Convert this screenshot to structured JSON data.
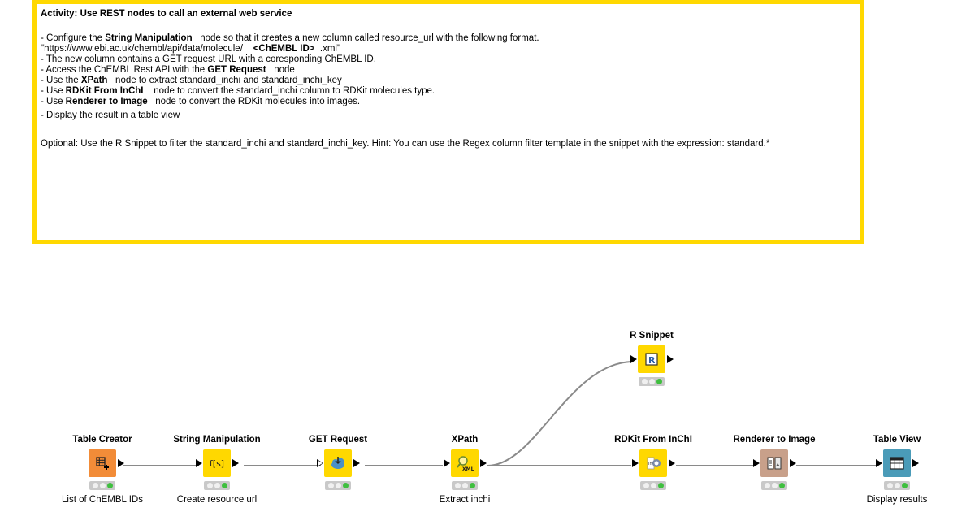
{
  "annotation": {
    "title": "Activity: Use REST nodes to call an external web service",
    "line1_a": "- Configure the ",
    "line1_b": "String Manipulation",
    "line1_c": "node so that it creates a new column called resource_url with the following format.",
    "line2_a": "\"https://www.ebi.ac.uk/chembl/api/data/molecule/",
    "line2_b": "<ChEMBL ID>",
    "line2_c": ".xml\"",
    "line3": "- The new column contains a GET request URL with a coresponding ChEMBL ID.",
    "line4_a": "- Access the ChEMBL Rest API with the ",
    "line4_b": "GET Request",
    "line4_c": "node",
    "line5_a": "- Use the ",
    "line5_b": "XPath",
    "line5_c": "node to extract standard_inchi and standard_inchi_key",
    "line6_a": "- Use ",
    "line6_b": "RDKit From InChI",
    "line6_c": "node to convert the standard_inchi column to RDKit molecules type.",
    "line7_a": "- Use ",
    "line7_b": "Renderer to Image",
    "line7_c": "node to convert the RDKit molecules into images.",
    "line8": "- Display the result in a table view",
    "line9": "Optional: Use the R Snippet to filter the standard_inchi and standard_inchi_key. Hint: You can use the Regex column filter template in the snippet with the expression: standard.*"
  },
  "nodes": [
    {
      "id": "table-creator",
      "title": "Table Creator",
      "label": "List of ChEMBL IDs",
      "color": "#f28c38",
      "icon": "table-plus-icon"
    },
    {
      "id": "string-manipulation",
      "title": "String Manipulation",
      "label": "Create resource url",
      "color": "#ffd800",
      "icon": "function-icon"
    },
    {
      "id": "get-request",
      "title": "GET Request",
      "label": "",
      "color": "#ffd800",
      "icon": "cloud-download-icon"
    },
    {
      "id": "xpath",
      "title": "XPath",
      "label": "Extract inchi",
      "color": "#ffd800",
      "icon": "xml-search-icon"
    },
    {
      "id": "r-snippet",
      "title": "R Snippet",
      "label": "",
      "color": "#ffd800",
      "icon": "r-icon"
    },
    {
      "id": "rdkit-from-inchi",
      "title": "RDKit From InChI",
      "label": "",
      "color": "#ffd800",
      "icon": "inchi-icon"
    },
    {
      "id": "renderer-to-image",
      "title": "Renderer to Image",
      "label": "",
      "color": "#c8a08a",
      "icon": "image-render-icon"
    },
    {
      "id": "table-view",
      "title": "Table View",
      "label": "Display results",
      "color": "#4a9bb8",
      "icon": "table-icon"
    }
  ],
  "colors": {
    "annotation_border": "#ffd800",
    "status_green": "#3fbf3f",
    "wire": "#8a8a8a"
  }
}
